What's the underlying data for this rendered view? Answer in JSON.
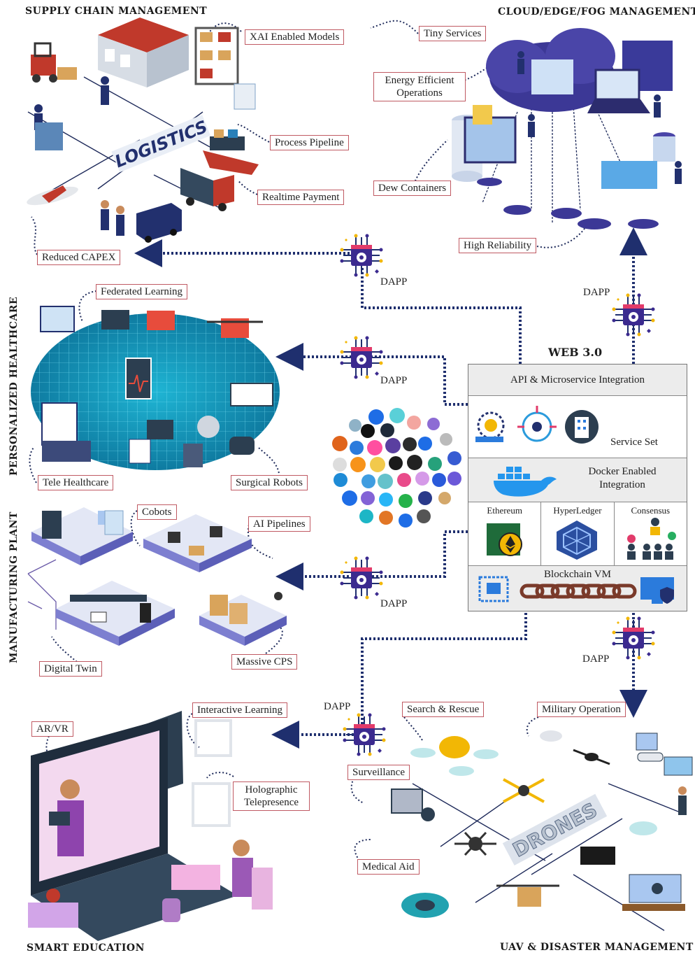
{
  "sections": {
    "supply_chain": "SUPPLY CHAIN MANAGEMENT",
    "cloud": "CLOUD/EDGE/FOG MANAGEMENT",
    "healthcare": "PERSONALIZED HEALTHCARE",
    "manufacturing": "MANUFACTURING PLANT",
    "education": "SMART EDUCATION",
    "uav": "UAV & DISASTER MANAGEMENT"
  },
  "supply_chain": {
    "badge": "LOGISTICS",
    "labels": [
      "XAI Enabled Models",
      "Process Pipeline",
      "Realtime Payment",
      "Reduced CAPEX"
    ]
  },
  "cloud": {
    "labels": [
      "Tiny Services",
      "Energy Efficient Operations",
      "Dew Containers",
      "High Reliability"
    ]
  },
  "healthcare": {
    "labels": [
      "Federated Learning",
      "Tele Healthcare",
      "Surgical Robots"
    ]
  },
  "manufacturing": {
    "labels": [
      "Cobots",
      "AI Pipelines",
      "Digital Twin",
      "Massive CPS"
    ]
  },
  "education": {
    "labels": [
      "AR/VR",
      "Interactive Learning",
      "Holographic Telepresence"
    ]
  },
  "uav": {
    "badge": "DRONES",
    "labels": [
      "Search & Rescue",
      "Military Operation",
      "Surveillance",
      "Medical Aid"
    ]
  },
  "dapp": "DAPP",
  "web3": {
    "title": "WEB 3.0",
    "api": "API & Microservice Integration",
    "service_set": "Service Set",
    "docker": "Docker Enabled Integration",
    "chains": [
      "Ethereum",
      "HyperLedger",
      "Consensus"
    ],
    "blockchain_vm": "Blockchain VM"
  },
  "colors": {
    "arrow": "#1f2f6e",
    "label_border": "#c05a63",
    "chip": "#3b2a8f",
    "chip_accent": "#f2b705"
  }
}
